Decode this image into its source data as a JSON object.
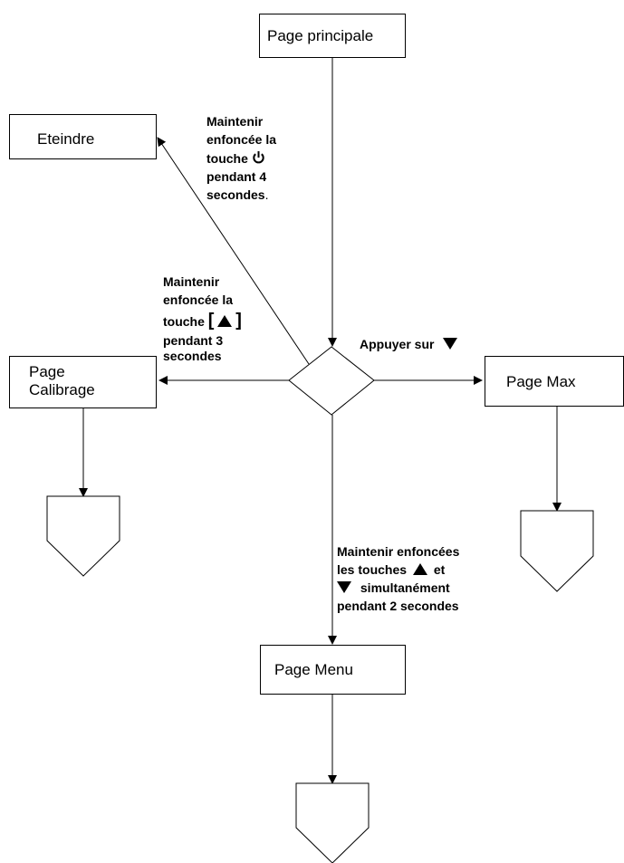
{
  "diagram": {
    "nodes": {
      "page_principale": "Page principale",
      "eteindre": "Eteindre",
      "page_calibrage_line1": "Page",
      "page_calibrage_line2": "Calibrage",
      "page_max": "Page Max",
      "page_menu": "Page Menu"
    },
    "labels": {
      "eteindre": {
        "line1": "Maintenir",
        "line2": "enfoncée la",
        "line3": "touche",
        "line4": "pendant 4",
        "line5": "secondes",
        "line5_suffix": ".",
        "icon": "power-icon"
      },
      "calibrage": {
        "line1": "Maintenir",
        "line2": "enfoncée la",
        "line3_prefix": "touche",
        "bracket_open": "[",
        "bracket_close": "]",
        "line4": "pendant 3",
        "line5": "secondes",
        "icon": "triangle-up-icon"
      },
      "max": {
        "text": "Appuyer sur",
        "icon": "triangle-down-icon"
      },
      "menu": {
        "line1": "Maintenir enfoncées",
        "line2_prefix": "les touches",
        "line2_suffix": "et",
        "line3_suffix": "simultanément",
        "line4": "pendant 2 secondes",
        "icons": [
          "triangle-up-icon",
          "triangle-down-icon"
        ]
      }
    },
    "colors": {
      "stroke": "#000000",
      "background": "#ffffff"
    }
  }
}
